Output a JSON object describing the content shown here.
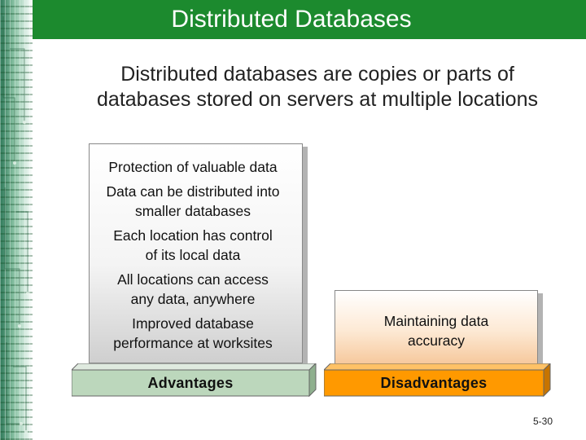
{
  "slide": {
    "title": "Distributed Databases",
    "subtitle_lines": [
      "Distributed databases are copies or parts of",
      "databases stored on servers at multiple locations"
    ],
    "slide_number": "5-30"
  },
  "advantages": {
    "label": "Advantages",
    "items": [
      [
        "Protection of valuable data"
      ],
      [
        "Data can be distributed into",
        "smaller databases"
      ],
      [
        "Each location has control",
        "of its local data"
      ],
      [
        "All locations can access",
        "any data, anywhere"
      ],
      [
        "Improved database",
        "performance at worksites"
      ]
    ]
  },
  "disadvantages": {
    "label": "Disadvantages",
    "items": [
      [
        "Maintaining data",
        "accuracy"
      ]
    ]
  },
  "colors": {
    "title_bar": "#1c8a2e",
    "advantages_base": "#bcd7bc",
    "disadvantages_base": "#ff9900"
  },
  "icons": [
    "circuit-board-decoration"
  ]
}
